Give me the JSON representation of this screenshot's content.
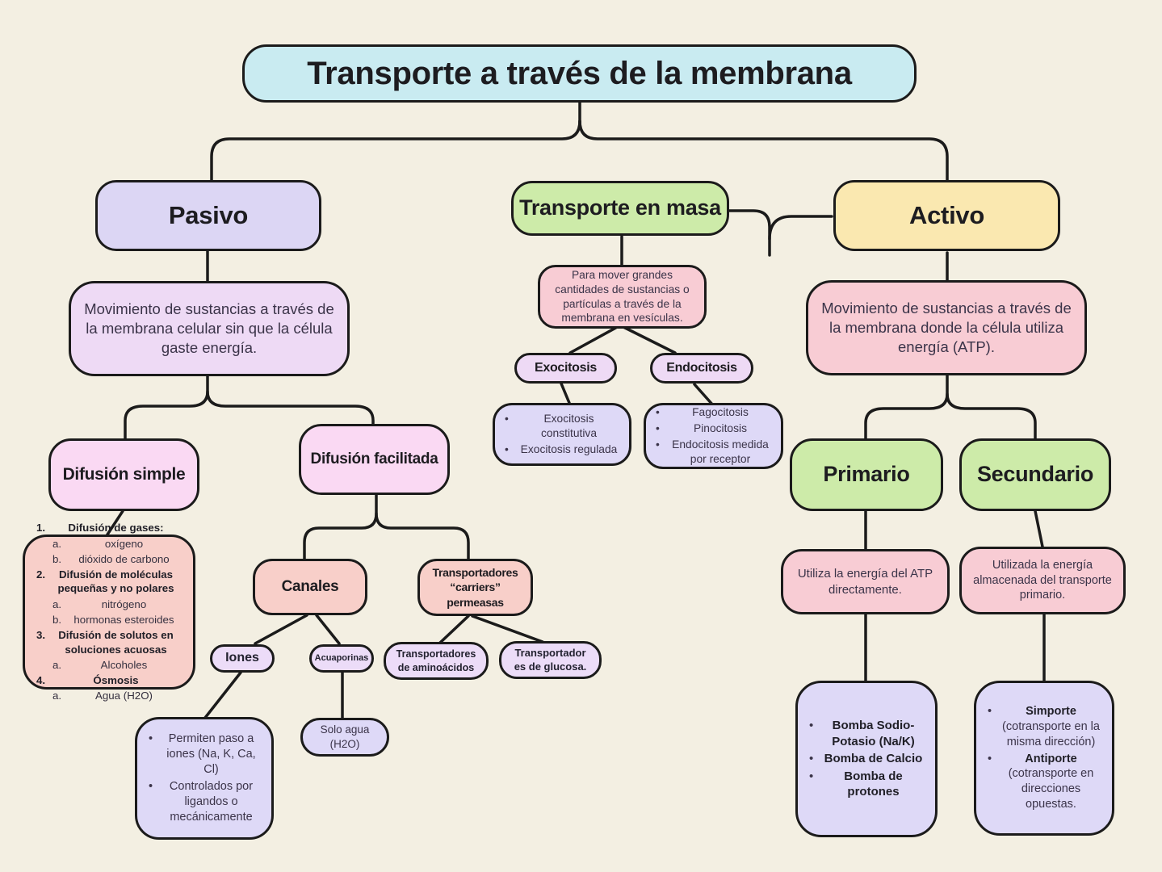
{
  "palette": {
    "background": "#f3efe2",
    "line": "#1b1b1b",
    "cyan": "#c9ebf1",
    "lavender": "#dcd6f4",
    "green": "#cdeba9",
    "yellow": "#fae8b0",
    "thistle": "#eedaf5",
    "pink": "#f8ccd4",
    "rose": "#fad9f3",
    "salmon": "#f8cfc9",
    "lilac": "#ecdcf8",
    "periwinkle": "#ded9f7"
  },
  "nodes": {
    "title": "Transporte a través de la membrana",
    "pasivo": "Pasivo",
    "pasivo_desc": "Movimiento de sustancias a través de la membrana celular sin que la célula gaste energía.",
    "masa": "Transporte en masa",
    "masa_desc": "Para mover grandes cantidades de sustancias o partículas a través de la membrana en vesículas.",
    "activo": "Activo",
    "activo_desc": "Movimiento de sustancias a través de la membrana donde la célula utiliza energía (ATP).",
    "difusion_simple": "Difusión simple",
    "difusion_facilitada": "Difusión facilitada",
    "canales": "Canales",
    "transportadores": "Transportadores “carriers” permeasas",
    "iones": "Iones",
    "acuaporinas": "Acuaporinas",
    "aminoacidos": "Transportadores de aminoácidos",
    "glucosa": "Transportador es de glucosa.",
    "solo_agua": "Solo agua (H2O)",
    "exocitosis": "Exocitosis",
    "endocitosis": "Endocitosis",
    "primario": "Primario",
    "secundario": "Secundario",
    "primario_desc": "Utiliza la energía del ATP directamente.",
    "secundario_desc": "Utilizada la energía almacenada del transporte primario."
  },
  "lists": {
    "difusion_simple_detail": [
      {
        "m": "1.",
        "parts": [
          {
            "t": "Difusión de gases:",
            "b": true
          }
        ]
      },
      {
        "m": "a.",
        "i": 1,
        "parts": [
          {
            "t": "oxígeno"
          }
        ]
      },
      {
        "m": "b.",
        "i": 1,
        "parts": [
          {
            "t": "dióxido de carbono"
          }
        ]
      },
      {
        "m": "2.",
        "parts": [
          {
            "t": "Difusión de moléculas pequeñas y no polares",
            "b": true
          }
        ]
      },
      {
        "m": "a.",
        "i": 1,
        "parts": [
          {
            "t": "nitrógeno"
          }
        ]
      },
      {
        "m": "b.",
        "i": 1,
        "parts": [
          {
            "t": "hormonas esteroides"
          }
        ]
      },
      {
        "m": "3.",
        "parts": [
          {
            "t": "Difusión de solutos en soluciones acuosas",
            "b": true
          }
        ]
      },
      {
        "m": "a.",
        "i": 1,
        "parts": [
          {
            "t": "Alcoholes"
          }
        ]
      },
      {
        "m": "4.",
        "parts": [
          {
            "t": "Ósmosis",
            "b": true
          }
        ]
      },
      {
        "m": "a.",
        "i": 1,
        "parts": [
          {
            "t": "Agua (H2O)"
          }
        ]
      }
    ],
    "iones_detail": [
      {
        "m": "•",
        "parts": [
          {
            "t": "Permiten paso a iones (Na, K, Ca, Cl)"
          }
        ]
      },
      {
        "m": "•",
        "parts": [
          {
            "t": "Controlados por ligandos o mecánicamente"
          }
        ]
      }
    ],
    "exocitosis_detail": [
      {
        "m": "•",
        "parts": [
          {
            "t": "Exocitosis constitutiva"
          }
        ]
      },
      {
        "m": "•",
        "parts": [
          {
            "t": "Exocitosis regulada"
          }
        ]
      }
    ],
    "endocitosis_detail": [
      {
        "m": "•",
        "parts": [
          {
            "t": "Fagocitosis"
          }
        ]
      },
      {
        "m": "•",
        "parts": [
          {
            "t": "Pinocitosis"
          }
        ]
      },
      {
        "m": "•",
        "parts": [
          {
            "t": "Endocitosis medida por receptor"
          }
        ]
      }
    ],
    "primario_detail": [
      {
        "m": "•",
        "parts": [
          {
            "t": "Bomba Sodio-Potasio (Na/K)",
            "b": true
          }
        ]
      },
      {
        "m": "•",
        "parts": [
          {
            "t": "Bomba de Calcio",
            "b": true
          }
        ]
      },
      {
        "m": "•",
        "parts": [
          {
            "t": "Bomba de protones",
            "b": true
          }
        ]
      }
    ],
    "secundario_detail": [
      {
        "m": "•",
        "parts": [
          {
            "t": "Simporte",
            "b": true
          },
          {
            "t": "(cotransporte en la misma dirección)"
          }
        ]
      },
      {
        "m": "•",
        "parts": [
          {
            "t": "Antiporte",
            "b": true
          },
          {
            "t": "(cotransporte en direcciones opuestas."
          }
        ]
      }
    ]
  }
}
